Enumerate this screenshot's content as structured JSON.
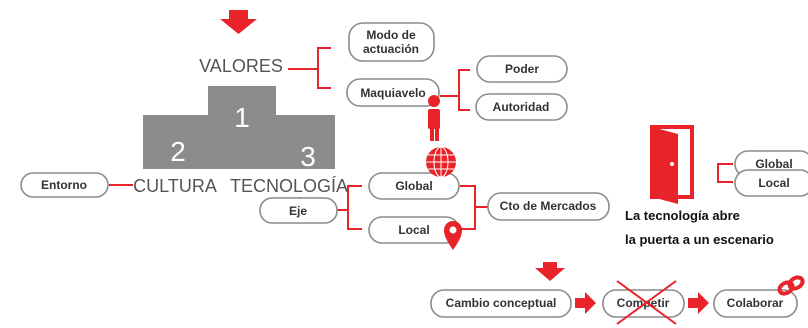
{
  "colors": {
    "accent": "#e8232a",
    "gray": "#8c8c8c",
    "pill_border": "#8c8c8c",
    "text": "#333333"
  },
  "labels": {
    "valores": "VALORES",
    "cultura": "CULTURA",
    "tecnologia": "TECNOLOGÍA",
    "podium_1": "1",
    "podium_2": "2",
    "podium_3": "3"
  },
  "pills": {
    "modo_line1": "Modo de",
    "modo_line2": "actuación",
    "maquiavelo": "Maquiavelo",
    "poder": "Poder",
    "autoridad": "Autoridad",
    "entorno": "Entorno",
    "eje": "Eje",
    "global_center": "Global",
    "local_center": "Local",
    "cto_mercados": "Cto de Mercados",
    "global_right": "Global",
    "local_right": "Local",
    "cambio": "Cambio conceptual",
    "competir": "Competir",
    "colaborar": "Colaborar"
  },
  "caption": {
    "line1": "La tecnología abre",
    "line2": "la puerta a un escenario"
  },
  "icons": [
    "down-arrow-icon",
    "person-icon",
    "globe-icon",
    "location-pin-icon",
    "door-icon",
    "right-arrow-icon",
    "x-mark-icon",
    "chain-link-icon"
  ]
}
